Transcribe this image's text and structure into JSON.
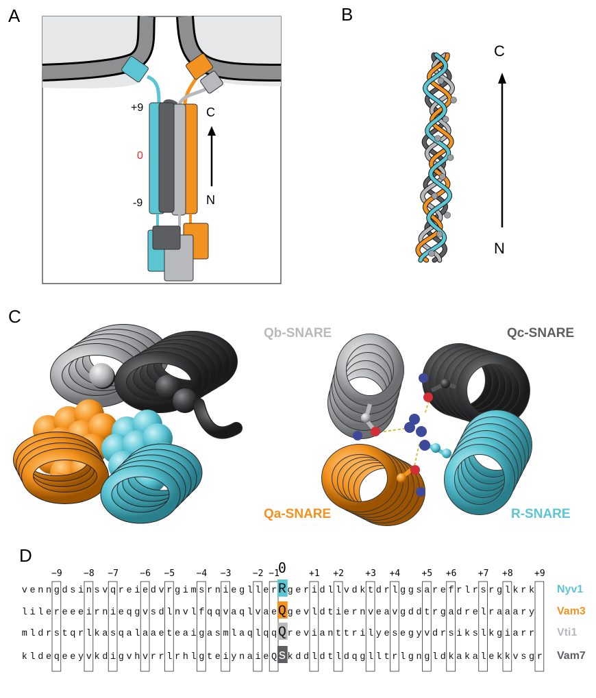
{
  "panels": {
    "a": "A",
    "b": "B",
    "c": "C",
    "d": "D"
  },
  "panel_a": {
    "label_plus9": "+9",
    "label_zero": "0",
    "label_minus9": "-9",
    "label_c": "C",
    "label_n": "N"
  },
  "panel_b": {
    "label_c": "C",
    "label_n": "N"
  },
  "panel_c": {
    "qb": "Qb-SNARE",
    "qc": "Qc-SNARE",
    "qa": "Qa-SNARE",
    "r": "R-SNARE"
  },
  "panel_d": {
    "layers": [
      "−9",
      "−8",
      "−7",
      "−6",
      "−5",
      "−4",
      "−3",
      "−2",
      "−1",
      "0",
      "+1",
      "+2",
      "+3",
      "+4",
      "+5",
      "+6",
      "+7",
      "+8",
      "+9"
    ],
    "rows": [
      {
        "name": "Nyv1",
        "seq": "venngdsinsvqreiedvrgimsrniegllerRgeridllvdktdrlggsarefrlrsrglkrk"
      },
      {
        "name": "Vam3",
        "seq": "lilereeeirnieqgvsdlnvlfqqvaqlvaeQgevldtiernveavgddtrgadrelraaary"
      },
      {
        "name": "Vti1",
        "seq": "mldrstqrlkasqalaaeteaigasmlaqlqqQrevianttrilyesegyvdrsikslkgiarr"
      },
      {
        "name": "Vam7",
        "seq": "kldeqeeyvkdigvhvrrlrhlgteiynaieQskddldtldqglltrlgngldkakalekkvsgr"
      }
    ]
  },
  "colors": {
    "cyan": "#5bc5d4",
    "orange": "#f3921e",
    "lightgray": "#b8b9bc",
    "darkgray": "#5d5e61",
    "red": "#e8262c"
  }
}
